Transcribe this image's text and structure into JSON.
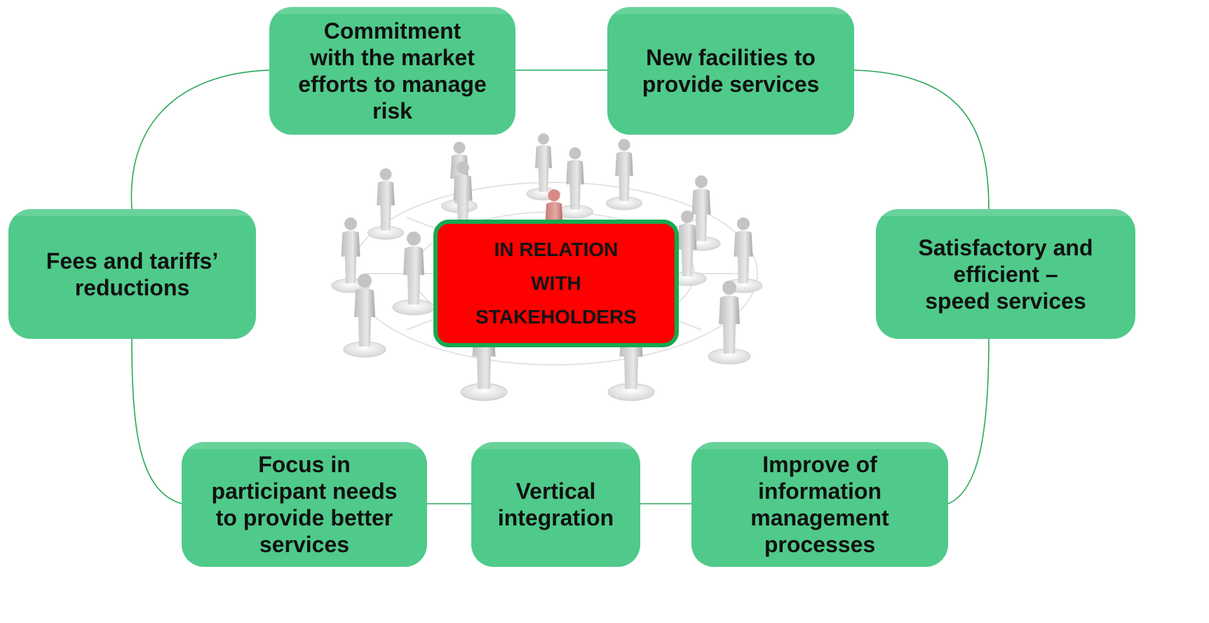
{
  "diagram": {
    "center_label": "IN RELATION\nWITH\nSTAKEHOLDERS",
    "boxes": {
      "commitment": "Commitment\nwith the market\nefforts to manage\nrisk",
      "facilities": "New facilities to\nprovide services",
      "fees": "Fees and tariffs’\nreductions",
      "satisfactory": "Satisfactory and\nefficient –\nspeed  services",
      "focus": "Focus in\nparticipant needs\nto provide better\nservices",
      "vertical": "Vertical\nintegration",
      "improve": "Improve of\ninformation\nmanagement\nprocesses"
    },
    "colors": {
      "box_fill": "#4fca8a",
      "connector": "#2aa85a",
      "center_fill": "#ff0000",
      "center_border": "#14a94f",
      "person": "#cfcfcf",
      "person_highlight": "#d98a84"
    },
    "illustration": "people-network-icon"
  }
}
